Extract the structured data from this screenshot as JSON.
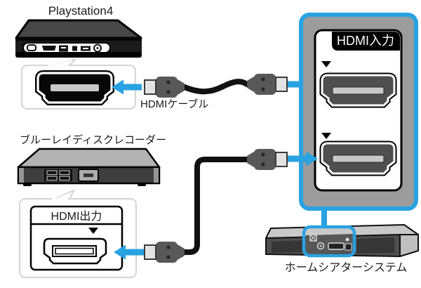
{
  "labels": {
    "playstation": "Playstation4",
    "hdmi_cable": "HDMIケーブル",
    "bluray_recorder": "ブルーレイディスクレコーダー",
    "hdmi_input": "HDMI入力",
    "hdmi_output": "HDMI出力",
    "home_theater": "ホームシアターシステム"
  },
  "panel": {
    "input_port_count": 2,
    "port_marker": "▼"
  },
  "colors": {
    "accent_blue": "#29A2E2",
    "panel_gray": "#9C9C9C",
    "device_dark_gray": "#474747",
    "port_body_gray": "#4F4F4F",
    "slot_gray": "#C8C8C8",
    "cable_black": "#111111",
    "callout_border": "#D5D5D5"
  }
}
